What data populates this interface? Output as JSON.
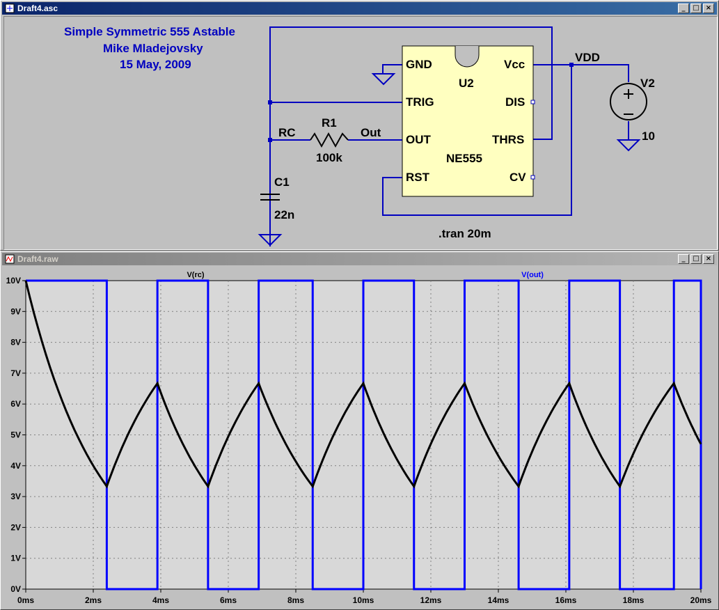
{
  "schematic_window": {
    "title": "Draft4.asc",
    "buttons": [
      "_",
      "□",
      "×"
    ],
    "header_lines": [
      "Simple Symmetric 555 Astable",
      "Mike Mladejovsky",
      "15 May, 2009"
    ],
    "ic": {
      "name": "U2",
      "part": "NE555",
      "pins": {
        "gnd": "GND",
        "trig": "TRIG",
        "out": "OUT",
        "rst": "RST",
        "vcc": "Vcc",
        "dis": "DIS",
        "thrs": "THRS",
        "cv": "CV"
      }
    },
    "r1": {
      "name": "R1",
      "value": "100k"
    },
    "c1": {
      "name": "C1",
      "value": "22n"
    },
    "v2": {
      "name": "V2",
      "value": "10"
    },
    "net_labels": {
      "rc": "RC",
      "out": "Out",
      "vdd": "VDD"
    },
    "directive": ".tran 20m",
    "colors": {
      "canvas": "#c0c0c0",
      "wire": "#0000c0",
      "ic_fill": "#ffffc0",
      "comment": "#0000c0"
    }
  },
  "plot_window": {
    "title": "Draft4.raw",
    "buttons": [
      "_",
      "□",
      "×"
    ],
    "trace_labels": [
      "V(rc)",
      "V(out)"
    ],
    "colors": {
      "plot_bg": "#d8d8d8",
      "rc_trace": "#000000",
      "out_trace": "#0000ff"
    }
  },
  "chart_data": {
    "type": "line",
    "xlim": [
      0,
      20
    ],
    "ylim": [
      0,
      10
    ],
    "x_ticks": [
      "0ms",
      "2ms",
      "4ms",
      "6ms",
      "8ms",
      "10ms",
      "12ms",
      "14ms",
      "16ms",
      "18ms",
      "20ms"
    ],
    "y_ticks": [
      "0V",
      "1V",
      "2V",
      "3V",
      "4V",
      "5V",
      "6V",
      "7V",
      "8V",
      "9V",
      "10V"
    ],
    "grid": true,
    "series": [
      {
        "name": "V(rc)",
        "x": [
          0,
          2.4,
          3.9,
          5.4,
          6.9,
          8.5,
          10.0,
          11.5,
          13.0,
          14.6,
          16.1,
          17.6,
          19.2,
          20.0
        ],
        "y": [
          10,
          3.33,
          6.67,
          3.33,
          6.67,
          3.33,
          6.67,
          3.33,
          6.67,
          3.33,
          6.67,
          3.33,
          6.67,
          4.7
        ]
      },
      {
        "name": "V(out)",
        "x": [
          0,
          2.4,
          3.9,
          5.4,
          6.9,
          8.5,
          10.0,
          11.5,
          13.0,
          14.6,
          16.1,
          17.6,
          19.2,
          20.0
        ],
        "y": [
          10,
          0,
          10,
          0,
          10,
          0,
          10,
          0,
          10,
          0,
          10,
          0,
          10,
          0
        ]
      }
    ]
  }
}
